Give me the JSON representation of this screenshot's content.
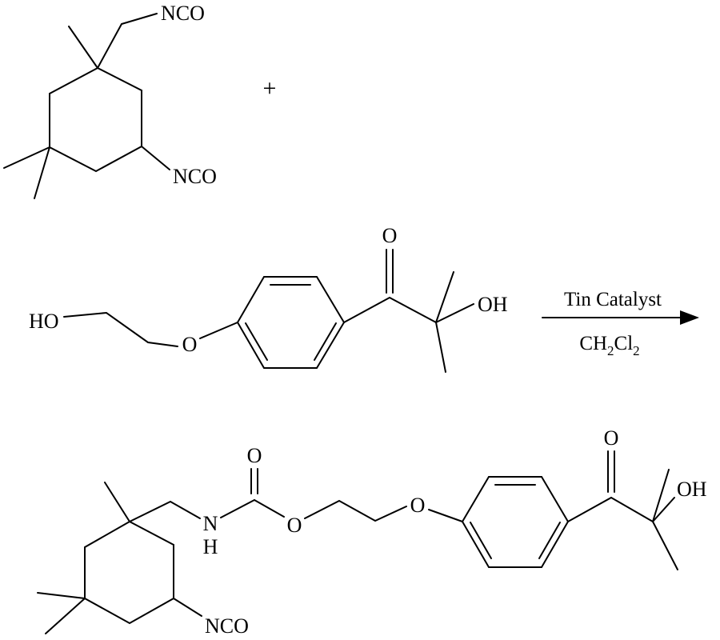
{
  "colors": {
    "ink": "#000000",
    "background": "#ffffff"
  },
  "reactant1": {
    "nco_top": "NCO",
    "nco_bottom": "NCO"
  },
  "plus": "+",
  "reactant2": {
    "ho": "HO",
    "ether_o": "O",
    "carbonyl_o": "O",
    "oh": "OH"
  },
  "conditions": {
    "catalyst": "Tin Catalyst",
    "solvent": {
      "p1": "CH",
      "s1": "2",
      "p2": "Cl",
      "s2": "2"
    }
  },
  "product": {
    "amide_n": "N",
    "amide_h": "H",
    "carbamate_carbonyl_o": "O",
    "ester_o": "O",
    "ether_o": "O",
    "ketone_o": "O",
    "oh": "OH",
    "nco": "NCO"
  }
}
